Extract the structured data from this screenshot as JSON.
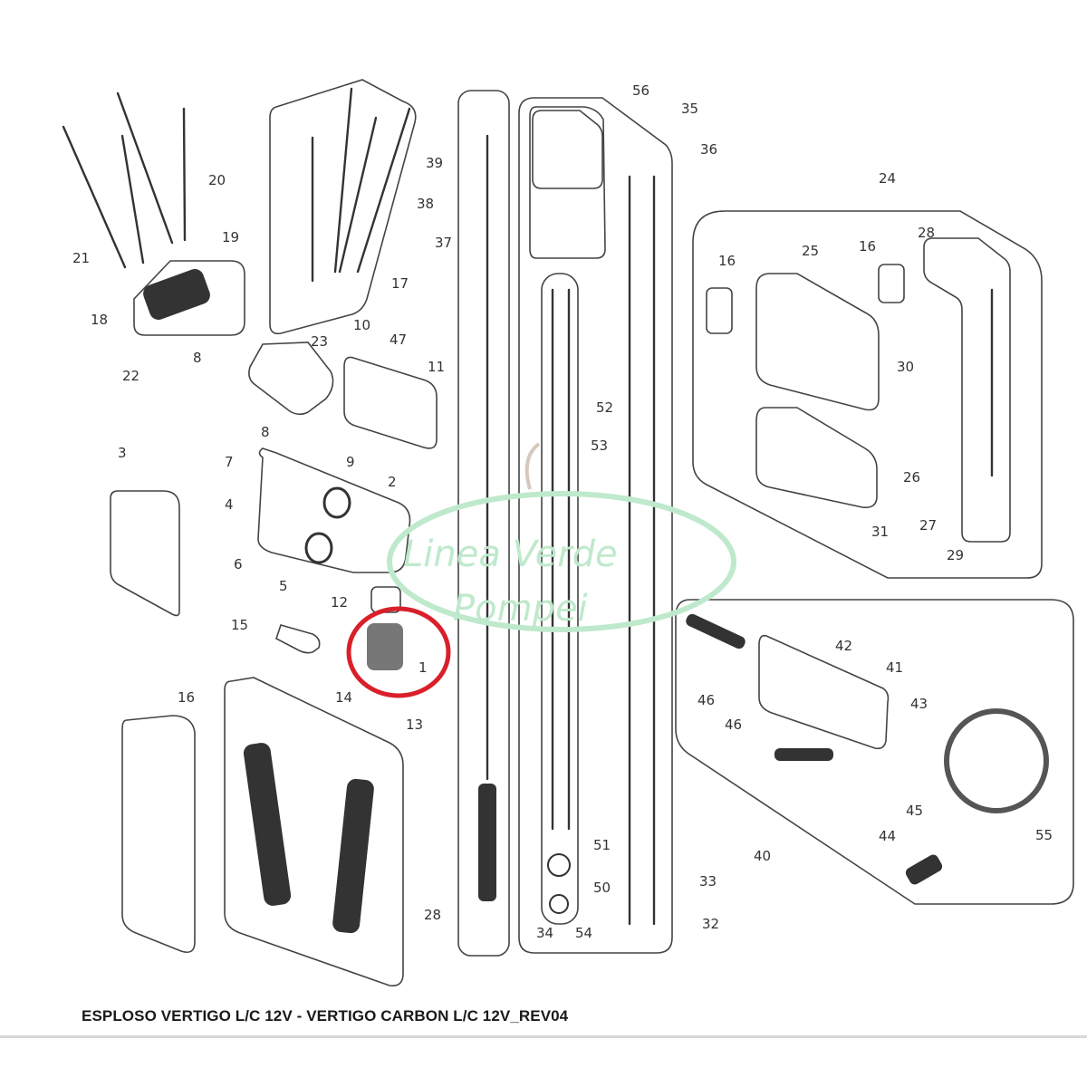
{
  "document": {
    "title": "ESPLOSO VERTIGO L/C 12V - VERTIGO CARBON L/C 12V_REV04"
  },
  "watermark": {
    "line1": "Linea Verde",
    "line2": "Pompei",
    "color": "#bfe9cc"
  },
  "highlight": {
    "part": "1",
    "color": "#d9202a"
  },
  "labels": {
    "p1": "1",
    "p2": "2",
    "p3": "3",
    "p4": "4",
    "p5": "5",
    "p6": "6",
    "p7": "7",
    "p8a": "8",
    "p8b": "8",
    "p9": "9",
    "p10": "10",
    "p11": "11",
    "p12": "12",
    "p13": "13",
    "p14": "14",
    "p15": "15",
    "p16a": "16",
    "p16b": "16",
    "p16c": "16",
    "p17": "17",
    "p18": "18",
    "p19": "19",
    "p20": "20",
    "p21": "21",
    "p22": "22",
    "p23": "23",
    "p24": "24",
    "p25": "25",
    "p26": "26",
    "p27": "27",
    "p28a": "28",
    "p28b": "28",
    "p29": "29",
    "p30": "30",
    "p31": "31",
    "p32": "32",
    "p33": "33",
    "p34": "34",
    "p35": "35",
    "p36": "36",
    "p37": "37",
    "p38": "38",
    "p39": "39",
    "p40": "40",
    "p41": "41",
    "p42": "42",
    "p43": "43",
    "p44": "44",
    "p45": "45",
    "p46a": "46",
    "p46b": "46",
    "p47": "47",
    "p50": "50",
    "p51": "51",
    "p52": "52",
    "p53": "53",
    "p54": "54",
    "p55": "55",
    "p56": "56"
  }
}
